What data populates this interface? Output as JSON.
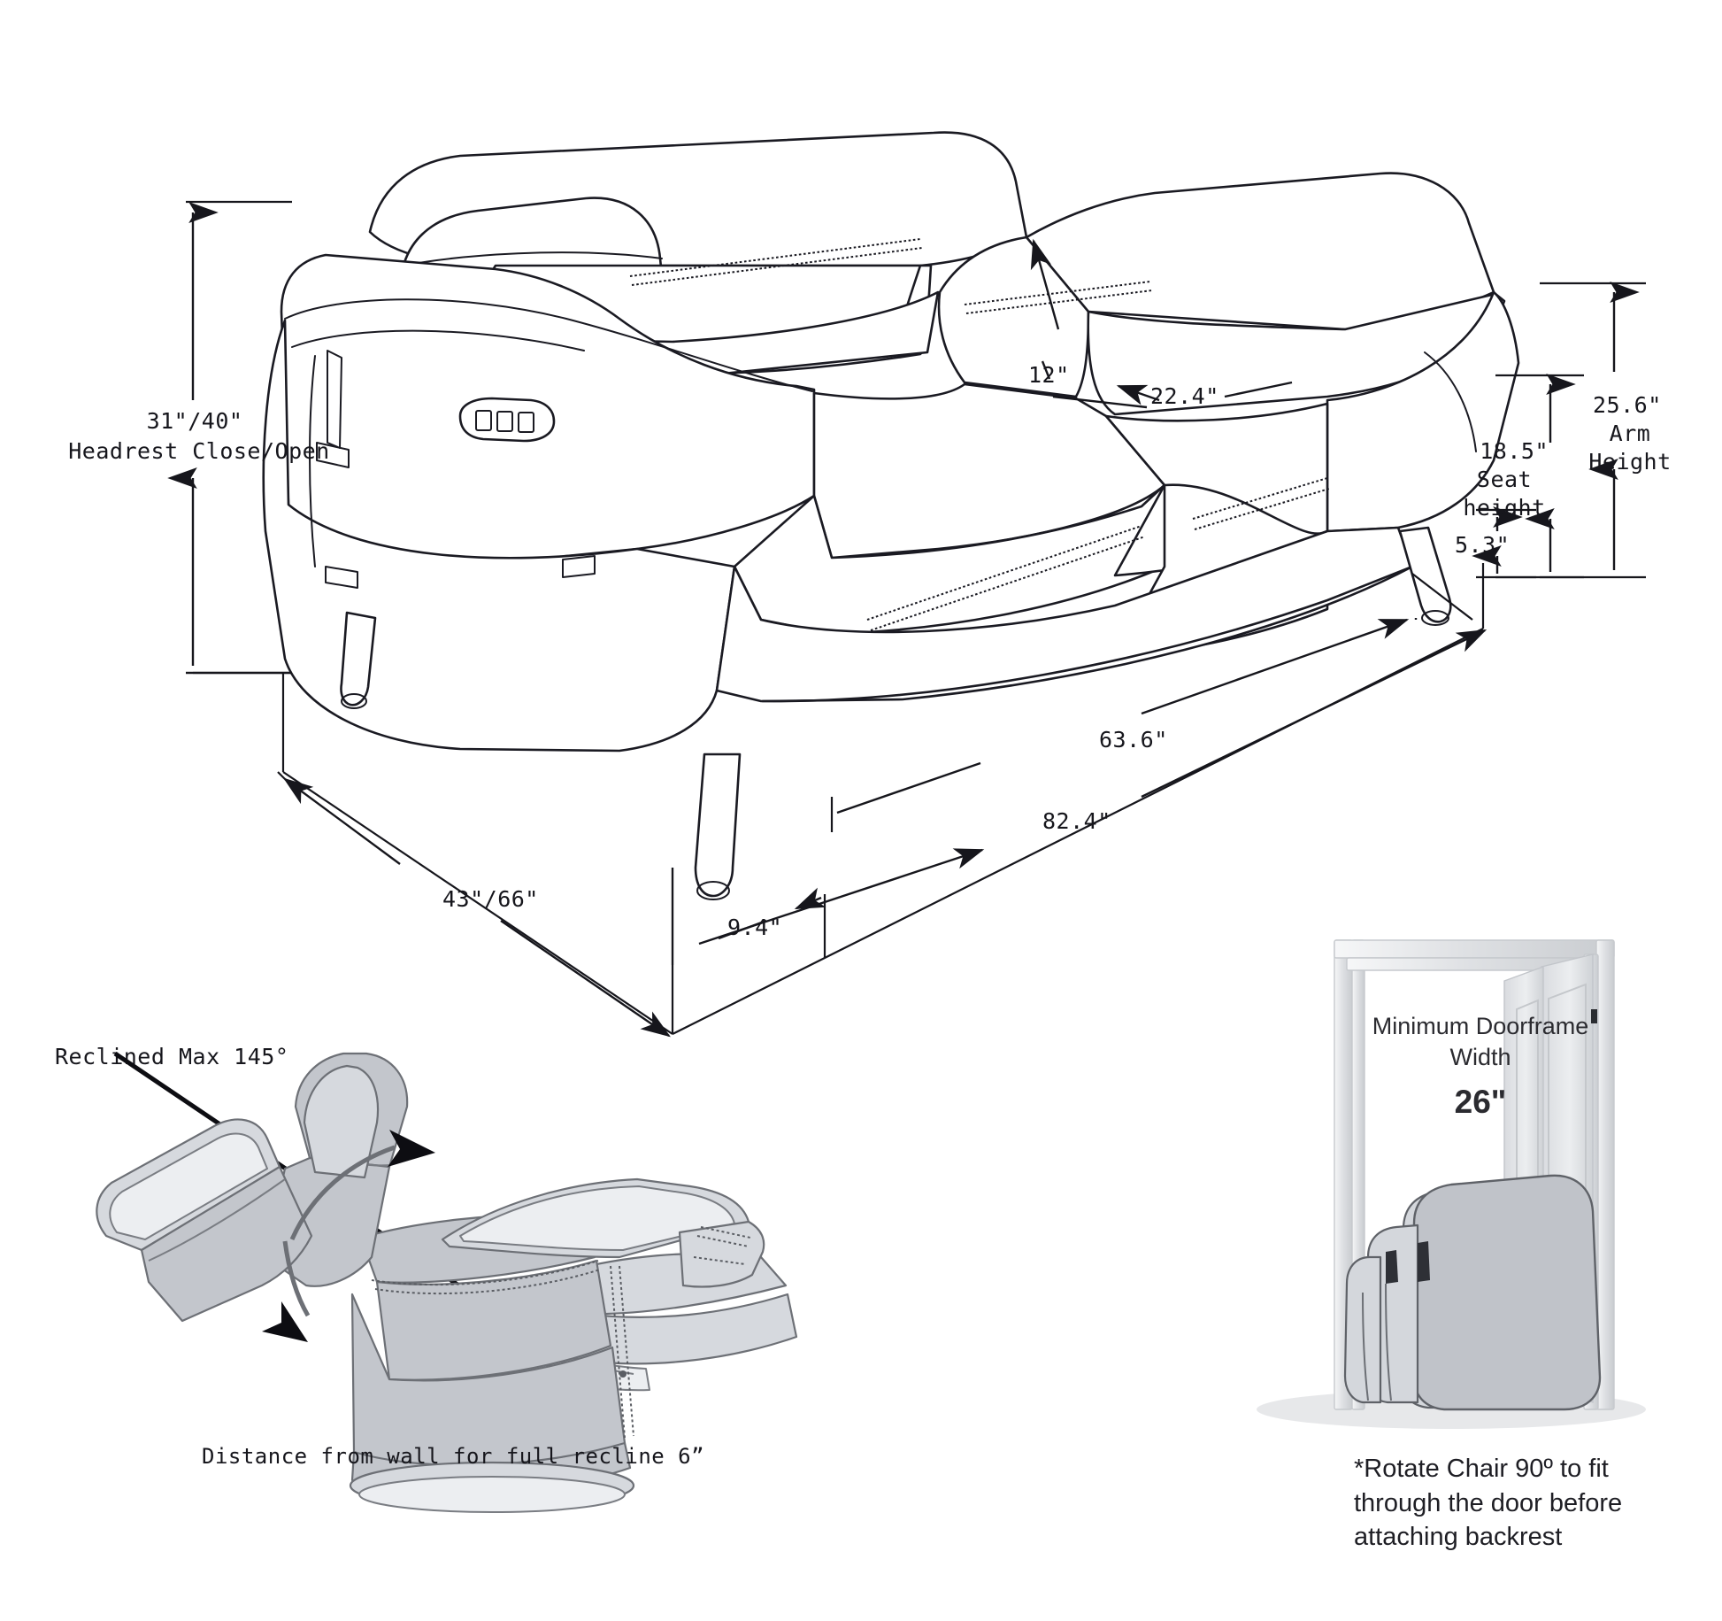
{
  "diagram": {
    "type": "furniture-dimension-drawing",
    "product": "power reclining sofa",
    "units": "inches"
  },
  "sofa_dimensions": {
    "headrest_height": {
      "value": "31\"/40\"",
      "label": "Headrest Close/Open",
      "position": "left"
    },
    "arm_height": {
      "value": "25.6\"",
      "label": "Arm\nHeight"
    },
    "seat_height": {
      "value": "18.5\"",
      "label": "Seat\nheight"
    },
    "leg_height": {
      "value": "5.3\"",
      "label": ""
    },
    "back_cushion_depth": {
      "value": "12\"",
      "label": ""
    },
    "seat_depth": {
      "value": "22.4\"",
      "label": ""
    },
    "seat_width": {
      "value": "63.6\"",
      "label": ""
    },
    "overall_width": {
      "value": "82.4\"",
      "label": ""
    },
    "arm_width": {
      "value": "9.4\"",
      "label": ""
    },
    "depth": {
      "value": "43\"/66\"",
      "label": ""
    }
  },
  "recline_panel": {
    "angle_label": "Reclined Max 145°",
    "caption": "Distance from wall for full recline 6”"
  },
  "doorframe_panel": {
    "title": "Minimum Doorframe\nWidth",
    "width_value": "26\"",
    "note": "*Rotate Chair 90º to fit\nthrough the door before\nattaching backrest"
  },
  "colors": {
    "line": "#1a1a22",
    "fill": "#ffffff",
    "chair_gray": "#b9bcc2",
    "chair_gray_light": "#d2d5da",
    "door_gray": "#e3e5e8",
    "text": "#16161c"
  }
}
